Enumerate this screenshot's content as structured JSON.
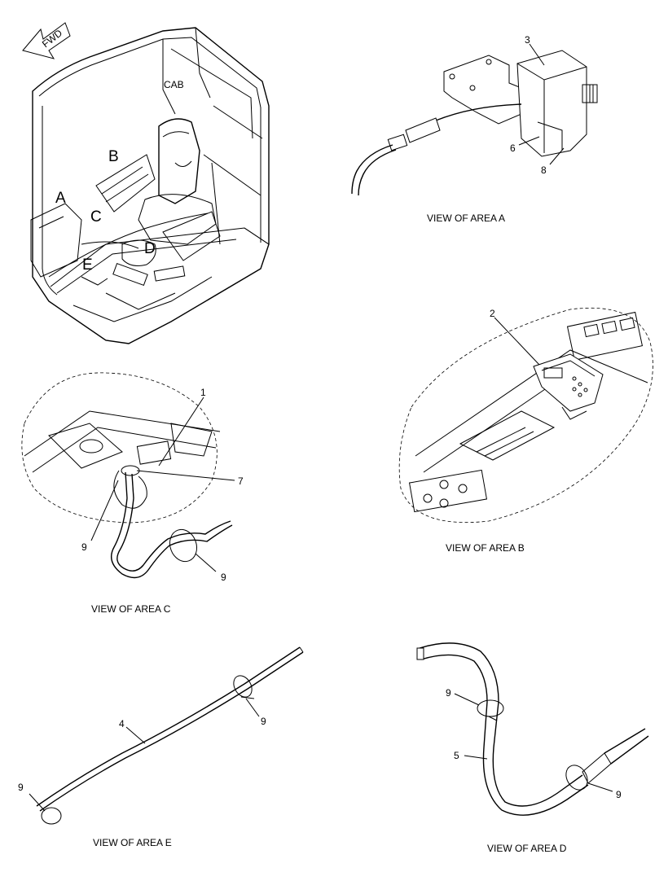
{
  "fwd_arrow": {
    "label": "FWD"
  },
  "cab": {
    "label": "CAB",
    "areas": [
      "A",
      "B",
      "C",
      "D",
      "E"
    ]
  },
  "views": {
    "a": {
      "caption": "VIEW OF AREA A",
      "callouts": [
        "3",
        "6",
        "8"
      ]
    },
    "b": {
      "caption": "VIEW OF AREA B",
      "callouts": [
        "2"
      ]
    },
    "c": {
      "caption": "VIEW OF AREA C",
      "callouts": [
        "1",
        "7",
        "9",
        "9"
      ]
    },
    "e": {
      "caption": "VIEW OF AREA E",
      "callouts": [
        "4",
        "9",
        "9"
      ]
    },
    "d": {
      "caption": "VIEW OF AREA D",
      "callouts": [
        "9",
        "5",
        "9"
      ]
    }
  }
}
